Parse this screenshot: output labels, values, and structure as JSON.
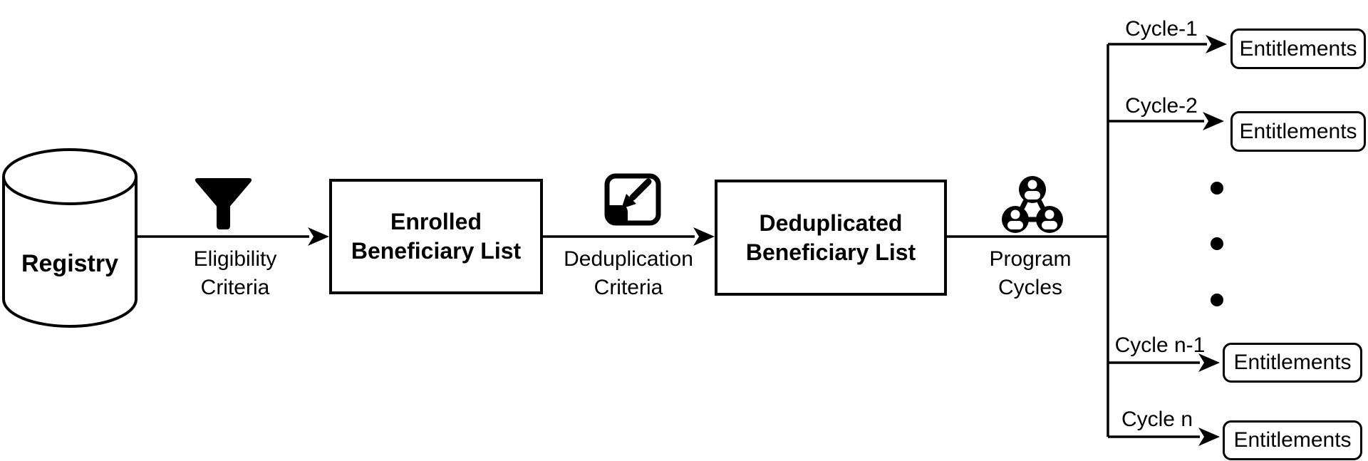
{
  "colors": {
    "ink": "#000000",
    "paper": "#ffffff"
  },
  "flow": {
    "registry": {
      "label": "Registry",
      "icon": "database-cylinder-icon"
    },
    "eligibility": {
      "icon": "funnel-filter-icon",
      "label": "Eligibility\nCriteria"
    },
    "enrolled_box": {
      "label": "Enrolled\nBeneficiary List"
    },
    "deduplication": {
      "icon": "deduplicate-compress-icon",
      "label": "Deduplication\nCriteria"
    },
    "deduplicated_box": {
      "label": "Deduplicated\nBeneficiary List"
    },
    "program_cycles": {
      "icon": "people-network-icon",
      "label": "Program\nCycles"
    }
  },
  "cycles": {
    "ellipsis_dot_count": 3,
    "branches": [
      {
        "label": "Cycle-1",
        "target": "Entitlements"
      },
      {
        "label": "Cycle-2",
        "target": "Entitlements"
      },
      {
        "label": "Cycle n-1",
        "target": "Entitlements"
      },
      {
        "label": "Cycle n",
        "target": "Entitlements"
      }
    ]
  }
}
